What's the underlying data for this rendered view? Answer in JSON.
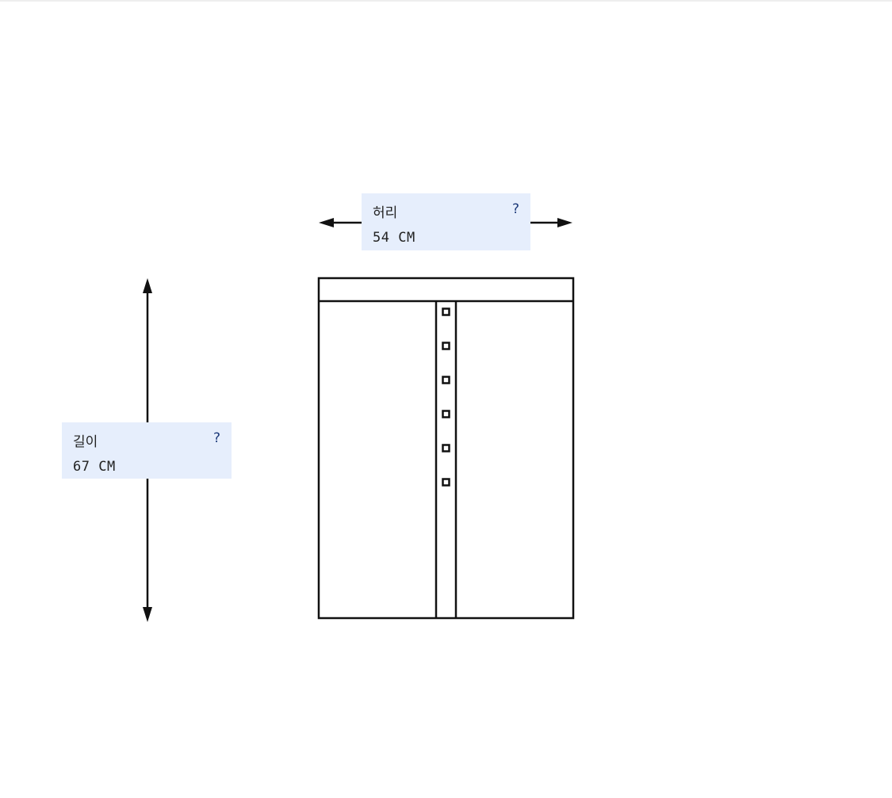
{
  "waist": {
    "label": "허리",
    "value": "54 CM",
    "help": "?"
  },
  "length": {
    "label": "길이",
    "value": "67 CM",
    "help": "?"
  },
  "colors": {
    "line": "#111111",
    "label_bg": "#e6eefc",
    "help": "#1d3a7a"
  },
  "icons": {
    "help": "question-mark",
    "arrows": "arrow-head"
  },
  "buttons_count": 6
}
